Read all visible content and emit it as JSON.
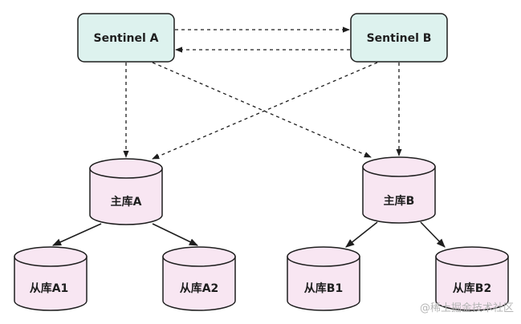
{
  "sentinels": [
    {
      "label": "Sentinel A"
    },
    {
      "label": "Sentinel B"
    }
  ],
  "masters": [
    {
      "label": "主库A"
    },
    {
      "label": "主库B"
    }
  ],
  "slaves": [
    {
      "label": "从库A1"
    },
    {
      "label": "从库A2"
    },
    {
      "label": "从库B1"
    },
    {
      "label": "从库B2"
    }
  ],
  "watermark": "@稀土掘金技术社区",
  "colors": {
    "sentinel_fill": "#ddf2ee",
    "db_fill": "#f8e6f2",
    "watermark": "#b5b5b5"
  }
}
